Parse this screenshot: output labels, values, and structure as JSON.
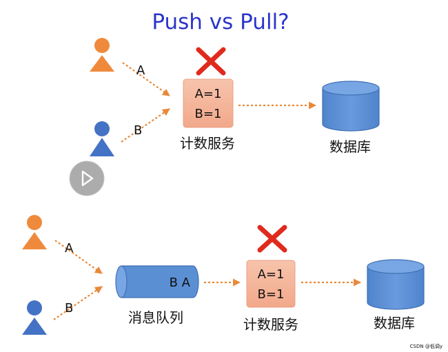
{
  "title": "Push vs Pull?",
  "watermark": "CSDN @低调y",
  "colors": {
    "title": "#2b35c9",
    "person_orange": "#ef8a3c",
    "person_blue": "#4472c4",
    "arrow": "#e8893a",
    "service_fill": "#f4b49a",
    "service_stroke": "#e9a085",
    "db_fill": "#5b8fd4",
    "db_stroke": "#3f6fb2",
    "queue_fill": "#5b8fd4",
    "cross": "#e02a1d",
    "play_button": "#a3a3a3"
  },
  "icons": [
    "person-icon",
    "database-icon",
    "queue-icon",
    "cross-icon",
    "play-icon"
  ],
  "top": {
    "user_a_label": "A",
    "user_b_label": "B",
    "counter_line1": "A=1",
    "counter_line2": "B=1",
    "service_label": "计数服务",
    "db_label": "数据库"
  },
  "bottom": {
    "user_a_label": "A",
    "user_b_label": "B",
    "queue_content": "B A",
    "queue_label": "消息队列",
    "counter_line1": "A=1",
    "counter_line2": "B=1",
    "service_label": "计数服务",
    "db_label": "数据库"
  }
}
